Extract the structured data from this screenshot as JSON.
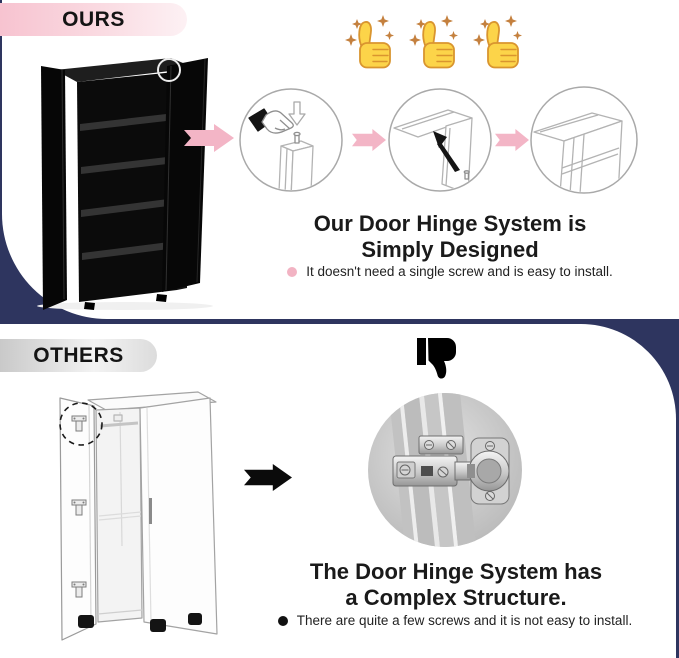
{
  "theme": {
    "frame_navy": "#2e355f",
    "accent_pink": "#f3b5c6",
    "banner_pink": "#f7c3d0",
    "banner_gray": "#c9c9c9",
    "heading_color": "#1a1a1a"
  },
  "ours": {
    "banner_label": "OURS",
    "rating": {
      "icon": "thumbs-up-sparkle",
      "count": 3
    },
    "product_illustration": "black-metal-cabinet-open-doors-hinge-highlight",
    "step_diagrams": [
      "press-hinge-pin-by-hand-diagram",
      "pin-slots-into-door-corner-diagram",
      "door-hinge-assembled-diagram"
    ],
    "heading_line1": "Our Door Hinge System is",
    "heading_line2": "Simply Designed",
    "bullet": "It doesn't need a single screw and is easy to install."
  },
  "others": {
    "banner_label": "OTHERS",
    "rating": {
      "icon": "thumbs-down",
      "count": 1
    },
    "product_illustration": "white-wardrobe-open-door-hinges-dashed-highlight",
    "detail_illustration": "concealed-cup-hinge-photo",
    "heading_line1": "The Door Hinge System has",
    "heading_line2": "a Complex Structure.",
    "bullet": "There are quite a few screws and it is not easy to install."
  }
}
